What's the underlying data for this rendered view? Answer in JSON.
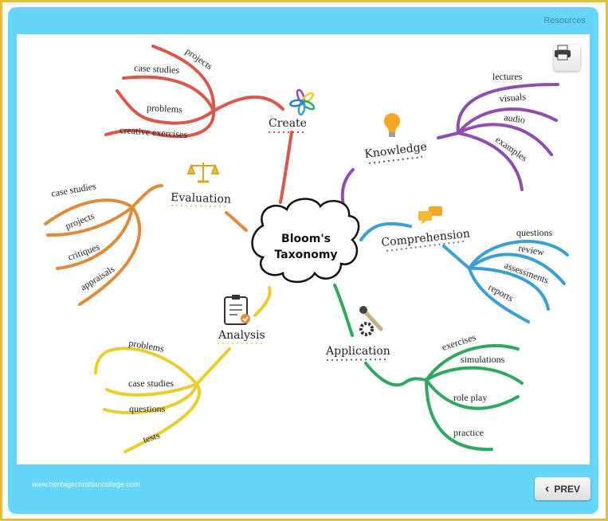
{
  "header": {
    "resources_label": "Resources"
  },
  "footer": {
    "url_text": "www.heritagechristiancollege.com",
    "prev_label": "PREV",
    "prev_icon": "‹"
  },
  "toolbar": {
    "print_icon": "printer-icon"
  },
  "mindmap": {
    "center": {
      "line1": "Bloom's",
      "line2": "Taxonomy"
    },
    "branches": {
      "create": {
        "label": "Create",
        "color": "#d9584a",
        "icon": "flower-icon",
        "items": [
          "projects",
          "case studies",
          "problems",
          "creative exercises"
        ]
      },
      "knowledge": {
        "label": "Knowledge",
        "color": "#8e4fae",
        "icon": "lightbulb-icon",
        "items": [
          "lectures",
          "visuals",
          "audio",
          "examples"
        ]
      },
      "evaluation": {
        "label": "Evaluation",
        "color": "#e08a3c",
        "icon": "scales-icon",
        "items": [
          "case studies",
          "projects",
          "critiques",
          "appraisals"
        ]
      },
      "comprehension": {
        "label": "Comprehension",
        "color": "#3a9fd4",
        "icon": "speech-bubbles-icon",
        "items": [
          "questions",
          "review",
          "assessments",
          "reports"
        ]
      },
      "analysis": {
        "label": "Analysis",
        "color": "#e8cf2e",
        "icon": "clipboard-check-icon",
        "items": [
          "problems",
          "case studies",
          "questions",
          "tests"
        ]
      },
      "application": {
        "label": "Application",
        "color": "#2fa862",
        "icon": "wrench-gear-icon",
        "items": [
          "exercises",
          "simulations",
          "role play",
          "practice"
        ]
      }
    }
  }
}
